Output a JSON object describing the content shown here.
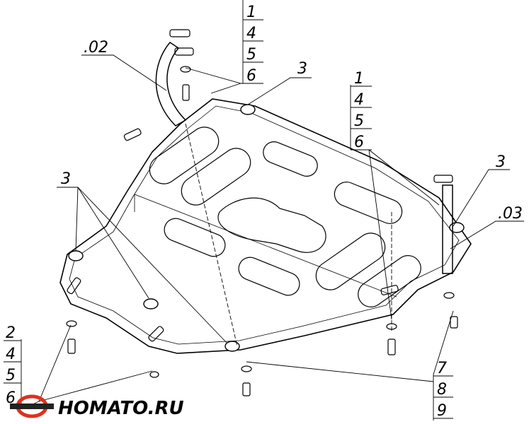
{
  "callouts": {
    "top_center": [
      "1",
      "4",
      "5",
      "6"
    ],
    "right_upper": [
      "1",
      "4",
      "5",
      "6"
    ],
    "bottom_left": [
      "2",
      "4",
      "5",
      "6"
    ],
    "bottom_right": [
      "7",
      "8",
      "9"
    ],
    "part_02": ".02",
    "part_03": ".03",
    "part_3_top": "3",
    "part_3_right": "3",
    "part_3_left": "3"
  },
  "brand": {
    "text": "HOMATO.RU",
    "logo_colors": {
      "ring": "#e0301e",
      "bar": "#222222"
    }
  },
  "colors": {
    "line": "#000000",
    "background": "#ffffff"
  }
}
